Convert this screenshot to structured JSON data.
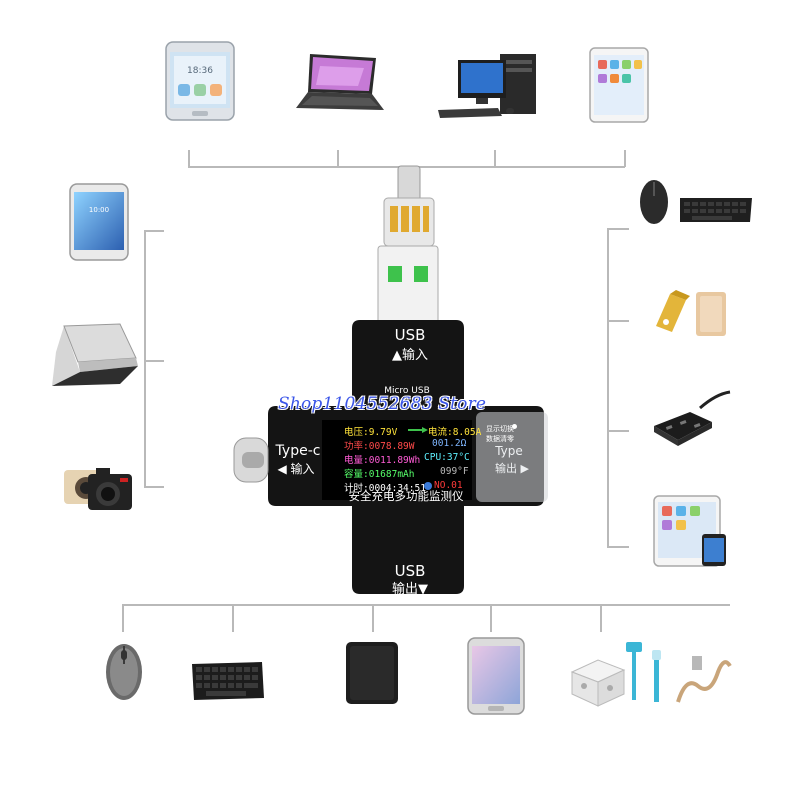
{
  "device": {
    "top_port_label": "USB",
    "top_port_sub": "▲输入",
    "micro_usb_label": "Micro USB",
    "left_port_label": "Type-c",
    "left_port_sub": "◀ 输入",
    "right_port_label": "Type",
    "right_port_sub": "输出 ▶",
    "bottom_port_label": "USB",
    "bottom_port_sub": "输出▼",
    "side_note_1": "显示切换",
    "side_note_2": "数据清零",
    "product_name": "安全充电多功能监测仪"
  },
  "readout": {
    "voltage": "电压:9.79V",
    "current": "电流:8.05A",
    "power": "功率:0078.89W",
    "resistance": "001.2Ω",
    "energy": "电量:0011.89Wh",
    "cpu": "CPU:37°C",
    "capacity": "容量:01687mAh",
    "temp_f": "099°F",
    "timer": "计时:0004:34:51",
    "record": "NO.01"
  },
  "watermark": "Shop1104552683 Store",
  "colors": {
    "voltage": "#ffe23a",
    "current": "#ffe23a",
    "power": "#ff4a4a",
    "resistance": "#7fb6ff",
    "energy": "#ff5cd6",
    "cpu": "#5ef0ff",
    "capacity": "#56ff6a",
    "temp_f": "#b8b8b8",
    "timer": "#ffffff",
    "record": "#ff3a3a",
    "watermark": "#3a55e8"
  }
}
